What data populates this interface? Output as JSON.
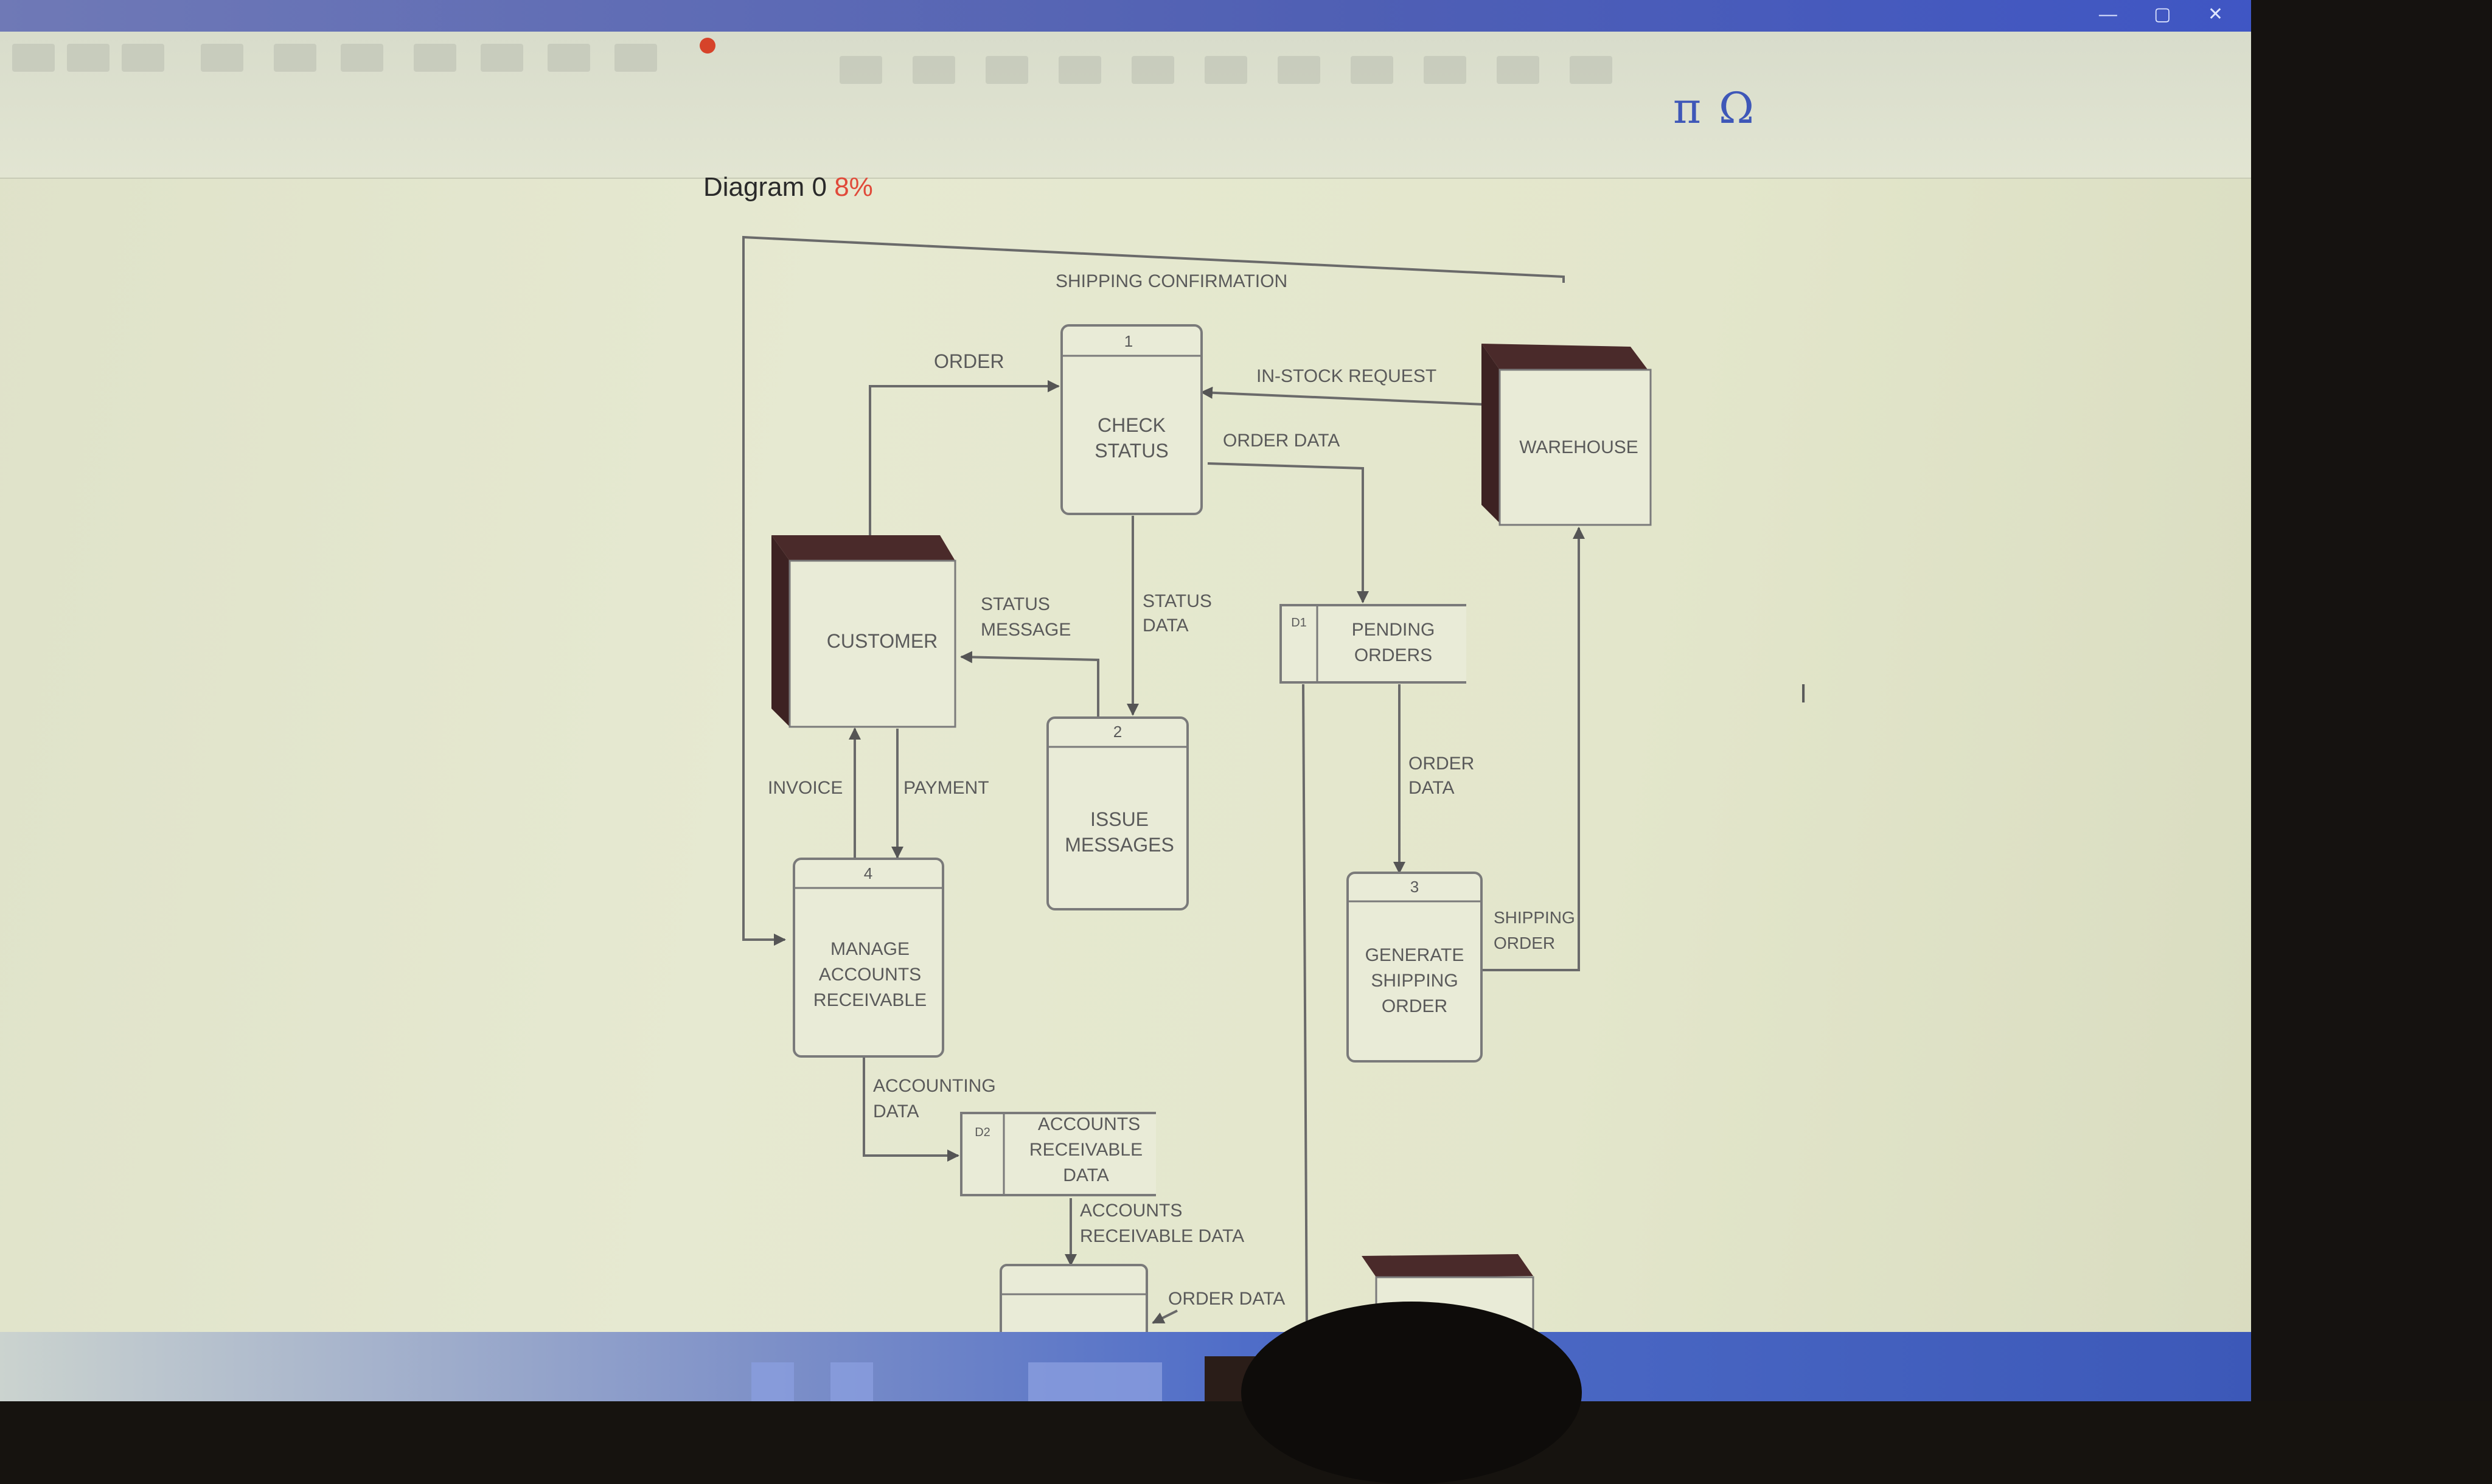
{
  "page": {
    "title_text": "Diagram 0",
    "title_pct": "8%"
  },
  "colors": {
    "entity_shadow": "#4a2a2a",
    "line": "#6a6a6a",
    "box_fill": "#e9ebd7",
    "taskbar": "#4f6dc8",
    "titlebar": "#4f5fb4"
  },
  "icons": [
    "pi-icon",
    "omega-icon"
  ],
  "diagram": {
    "top_label": "SHIPPING CONFIRMATION",
    "entities": {
      "customer": "CUSTOMER",
      "warehouse": "WAREHOUSE"
    },
    "processes": {
      "p1": {
        "num": "1",
        "line1": "CHECK",
        "line2": "STATUS",
        "line3": ""
      },
      "p2": {
        "num": "2",
        "line1": "ISSUE",
        "line2": "MESSAGES",
        "line3": ""
      },
      "p3": {
        "num": "3",
        "line1": "GENERATE",
        "line2": "SHIPPING",
        "line3": "ORDER"
      },
      "p4": {
        "num": "4",
        "line1": "MANAGE",
        "line2": "ACCOUNTS",
        "line3": "RECEIVABLE"
      }
    },
    "stores": {
      "d1": {
        "id": "D1",
        "line1": "PENDING",
        "line2": "ORDERS",
        "line3": ""
      },
      "d2": {
        "id": "D2",
        "line1": "ACCOUNTS",
        "line2": "RECEIVABLE",
        "line3": "DATA"
      }
    },
    "flows": {
      "order": "ORDER",
      "in_stock_request": "IN-STOCK REQUEST",
      "order_data_1": "ORDER DATA",
      "status_message_1": "STATUS",
      "status_message_2": "MESSAGE",
      "status_data_1": "STATUS",
      "status_data_2": "DATA",
      "invoice": "INVOICE",
      "payment": "PAYMENT",
      "order_data_2a": "ORDER",
      "order_data_2b": "DATA",
      "shipping_order_1": "SHIPPING",
      "shipping_order_2": "ORDER",
      "accounting_data_1": "ACCOUNTING",
      "accounting_data_2": "DATA",
      "ar_data_1": "ACCOUNTS",
      "ar_data_2": "RECEIVABLE DATA",
      "order_data_3": "ORDER DATA"
    }
  }
}
